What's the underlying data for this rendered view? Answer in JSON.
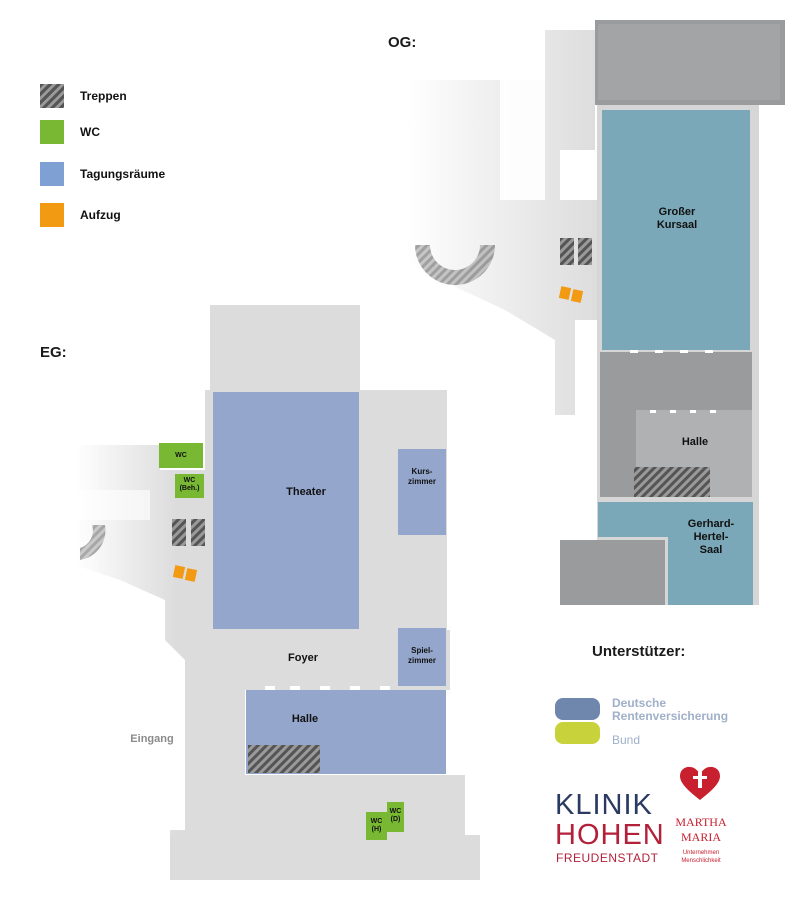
{
  "sections": {
    "og": "OG:",
    "eg": "EG:"
  },
  "legend": [
    {
      "label": "Treppen",
      "icon": "stairs-hatch-icon",
      "color": "#707070"
    },
    {
      "label": "WC",
      "icon": "wc-swatch-icon",
      "color": "#78b833"
    },
    {
      "label": "Tagungsräume",
      "icon": "meeting-room-swatch-icon",
      "color": "#7fa0d2"
    },
    {
      "label": "Aufzug",
      "icon": "elevator-swatch-icon",
      "color": "#f29a12"
    }
  ],
  "og_rooms": {
    "grosser_kursaal": "Großer\nKursaal",
    "halle": "Halle",
    "gerhard_hertel_saal": "Gerhard-\nHertel-\nSaal"
  },
  "eg_rooms": {
    "theater": "Theater",
    "kurszimmer": "Kurs-\nzimmer",
    "spielzimmer": "Spiel-\nzimmer",
    "foyer": "Foyer",
    "halle": "Halle",
    "eingang": "Eingang",
    "wc": "WC",
    "wc_beh": "WC\n(Beh.)",
    "wc_h": "WC\n(H)",
    "wc_d": "WC\n(D)"
  },
  "supporters": {
    "heading": "Unterstützer:",
    "drv_line1": "Deutsche",
    "drv_line2": "Rentenversicherung",
    "drv_line3": "Bund",
    "klinik_line1": "KLINIK",
    "klinik_line2": "HOHEN",
    "klinik_line3": "FREUDENSTADT",
    "martha_line1": "MARTHA",
    "martha_line2": "MARIA",
    "martha_line3": "Unternehmen\nMenschlichkeit"
  },
  "colors": {
    "floor": "#dcdcdd",
    "dark_grey": "#9a9b9d",
    "og_room": "#7aa8b8",
    "eg_room": "#95a6cd",
    "wc": "#78b833",
    "elevator": "#f29a12",
    "drv_blue": "#6f86ad",
    "drv_yellow": "#c8d23a",
    "klinik_blue": "#2b3a63",
    "klinik_red": "#b3203a",
    "martha_red": "#c8202f"
  }
}
